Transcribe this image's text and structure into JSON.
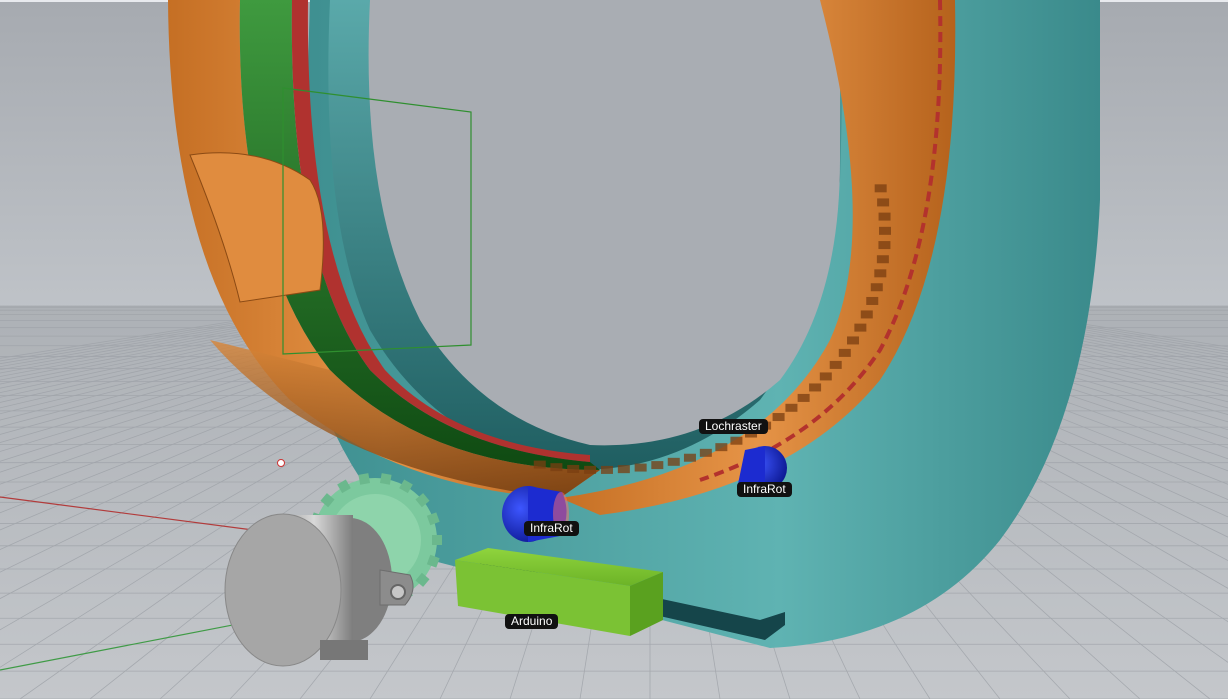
{
  "viewport": {
    "labels": {
      "lochraster": "Lochraster",
      "infrarot_left": "InfraRot",
      "infrarot_right": "InfraRot",
      "arduino": "Arduino"
    }
  }
}
